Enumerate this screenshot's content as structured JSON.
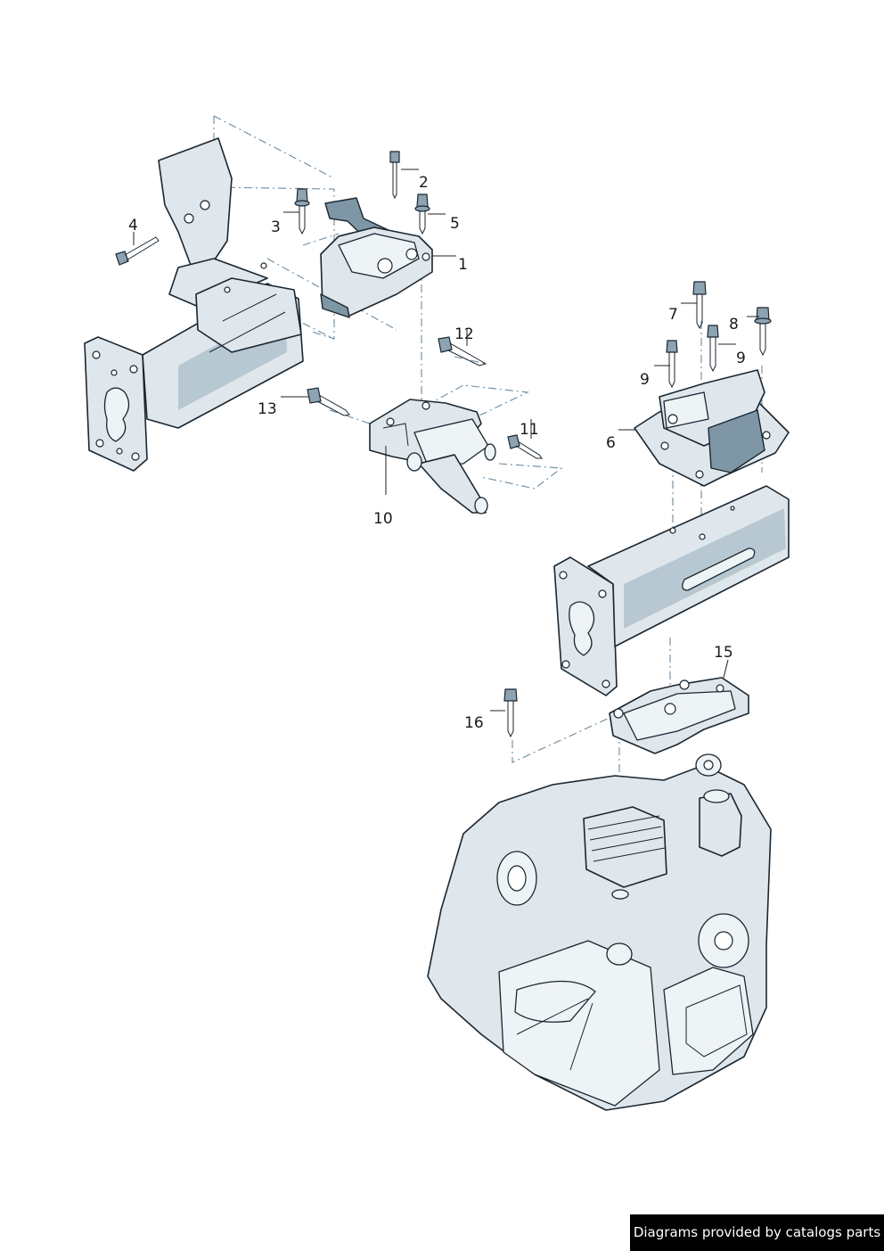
{
  "callouts": {
    "c1": "1",
    "c2": "2",
    "c3": "3",
    "c4": "4",
    "c5": "5",
    "c6": "6",
    "c7": "7",
    "c8": "8",
    "c9a": "9",
    "c9b": "9",
    "c10": "10",
    "c11": "11",
    "c12": "12",
    "c13": "13",
    "c15": "15",
    "c16": "16"
  },
  "footer": {
    "credit": "Diagrams provided by catalogs parts"
  }
}
